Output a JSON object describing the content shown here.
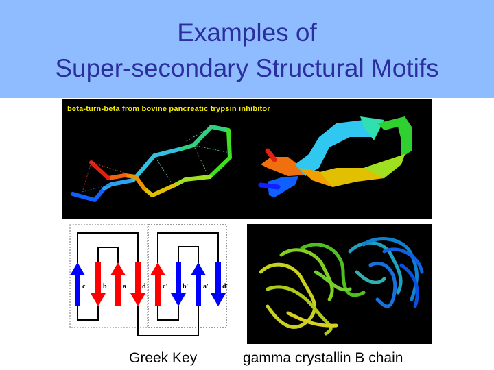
{
  "title": {
    "line1": "Examples of",
    "line2": "Super-secondary Structural Motifs"
  },
  "figures": {
    "beta_turn_beta": {
      "caption": "beta-turn-beta from bovine pancreatic trypsin inhibitor"
    },
    "greek_key": {
      "caption": "Greek Key",
      "strand_labels": [
        "c",
        "b",
        "a",
        "d",
        "c'",
        "b'",
        "a'",
        "d'"
      ]
    },
    "crystallin": {
      "caption": "gamma crystallin B chain"
    }
  },
  "colors": {
    "header_bg": "#8fbcff",
    "title_text": "#2b2f9e",
    "strand_red": "#ff0000",
    "strand_blue": "#0000ff"
  }
}
